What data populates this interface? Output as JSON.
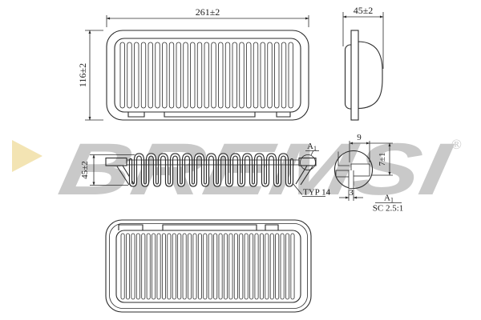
{
  "brand": {
    "name": "BREMSI",
    "registered": "®"
  },
  "colors": {
    "line": "#2b2b2b",
    "watermark_text": "#c9c9c9",
    "logo_triangle": "#f3e4b3"
  },
  "dims": {
    "top_view_width": "261±2",
    "top_view_height": "116±2",
    "side_view_depth": "45±2",
    "section_height": "45±2",
    "pleat_typ_note": "TYP 14",
    "detail_ref_letter": "A",
    "detail_ref_sub": "1",
    "detail_width": "9",
    "detail_height": "7±1",
    "detail_stem_width": "3",
    "detail_scale_note": "SC 2.5:1"
  }
}
